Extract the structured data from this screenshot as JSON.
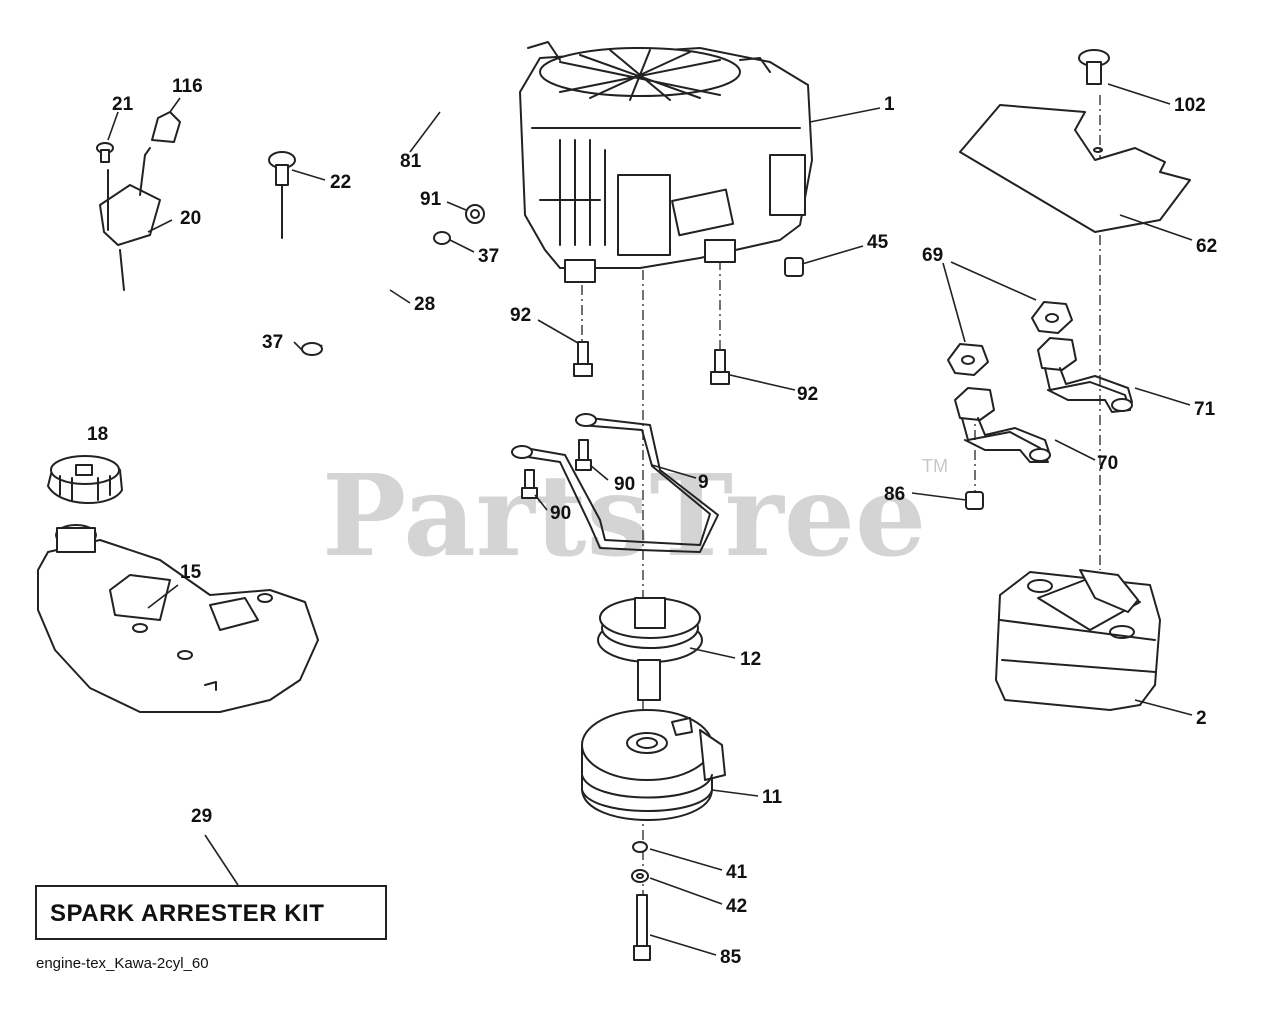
{
  "watermark": {
    "text": "PartsTree",
    "trademark": "TM"
  },
  "kit_label": "SPARK ARRESTER KIT",
  "caption": "engine-tex_Kawa-2cyl_60",
  "callouts": {
    "c1": "1",
    "c102": "102",
    "c116": "116",
    "c21": "21",
    "c22": "22",
    "c81": "81",
    "c20": "20",
    "c91": "91",
    "c37a": "37",
    "c45": "45",
    "c62": "62",
    "c69": "69",
    "c28": "28",
    "c92a": "92",
    "c37b": "37",
    "c92b": "92",
    "c71": "71",
    "c18": "18",
    "c9": "9",
    "c90a": "90",
    "c70": "70",
    "c86": "86",
    "c90b": "90",
    "c15": "15",
    "c12": "12",
    "c2": "2",
    "c11": "11",
    "c29": "29",
    "c41": "41",
    "c42": "42",
    "c85": "85"
  }
}
